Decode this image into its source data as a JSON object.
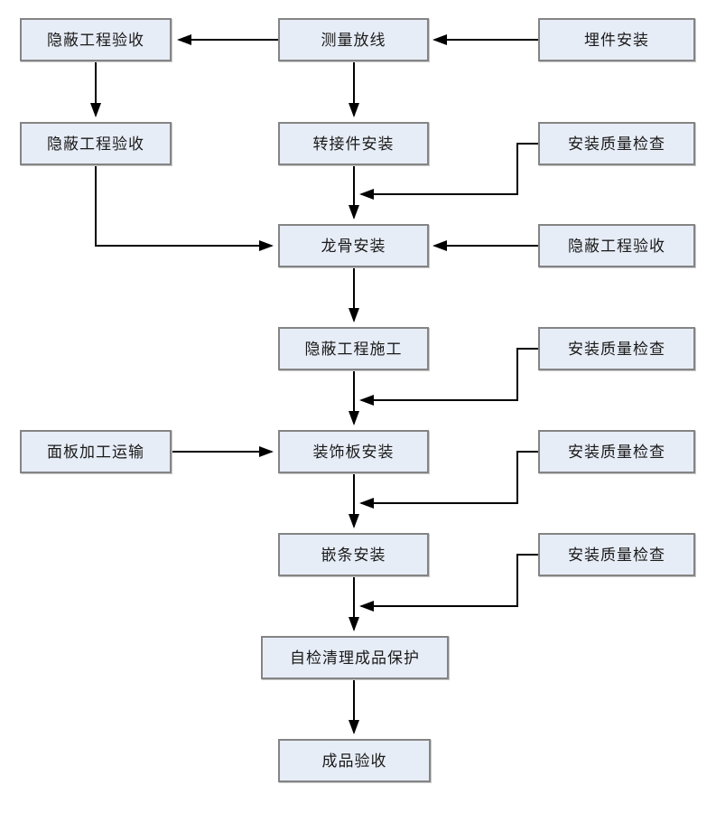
{
  "diagram": {
    "type": "flowchart",
    "colors": {
      "background": "#ffffff",
      "node_fill": "#e7edf7",
      "node_border": "#848484",
      "line": "#000000",
      "text": "#1a1a1a"
    },
    "nodes": {
      "concealed_acceptance_1": {
        "label": "隐蔽工程验收"
      },
      "measure_layout": {
        "label": "测量放线"
      },
      "embed_install": {
        "label": "埋件安装"
      },
      "concealed_acceptance_2": {
        "label": "隐蔽工程验收"
      },
      "adapter_install": {
        "label": "转接件安装"
      },
      "quality_check_1": {
        "label": "安装质量检查"
      },
      "keel_install": {
        "label": "龙骨安装"
      },
      "concealed_acceptance_3": {
        "label": "隐蔽工程验收"
      },
      "concealed_construction": {
        "label": "隐蔽工程施工"
      },
      "quality_check_2": {
        "label": "安装质量检查"
      },
      "panel_processing": {
        "label": "面板加工运输"
      },
      "panel_install": {
        "label": "装饰板安装"
      },
      "quality_check_3": {
        "label": "安装质量检查"
      },
      "trim_install": {
        "label": "嵌条安装"
      },
      "quality_check_4": {
        "label": "安装质量检查"
      },
      "self_check_protection": {
        "label": "自检清理成品保护"
      },
      "final_acceptance": {
        "label": "成品验收"
      }
    },
    "edges": [
      {
        "from": "embed_install",
        "to": "measure_layout"
      },
      {
        "from": "measure_layout",
        "to": "concealed_acceptance_1"
      },
      {
        "from": "concealed_acceptance_1",
        "to": "concealed_acceptance_2"
      },
      {
        "from": "measure_layout",
        "to": "adapter_install"
      },
      {
        "from": "adapter_install",
        "to": "keel_install"
      },
      {
        "from": "quality_check_1",
        "to": "flow-line adapter_install→keel_install"
      },
      {
        "from": "concealed_acceptance_2",
        "to": "keel_install"
      },
      {
        "from": "concealed_acceptance_3",
        "to": "keel_install"
      },
      {
        "from": "keel_install",
        "to": "concealed_construction"
      },
      {
        "from": "quality_check_2",
        "to": "flow-line concealed_construction→panel_install"
      },
      {
        "from": "concealed_construction",
        "to": "panel_install"
      },
      {
        "from": "panel_processing",
        "to": "panel_install"
      },
      {
        "from": "panel_install",
        "to": "trim_install"
      },
      {
        "from": "quality_check_3",
        "to": "flow-line panel_install→trim_install"
      },
      {
        "from": "trim_install",
        "to": "self_check_protection"
      },
      {
        "from": "quality_check_4",
        "to": "flow-line trim_install→self_check_protection"
      },
      {
        "from": "self_check_protection",
        "to": "final_acceptance"
      }
    ]
  }
}
